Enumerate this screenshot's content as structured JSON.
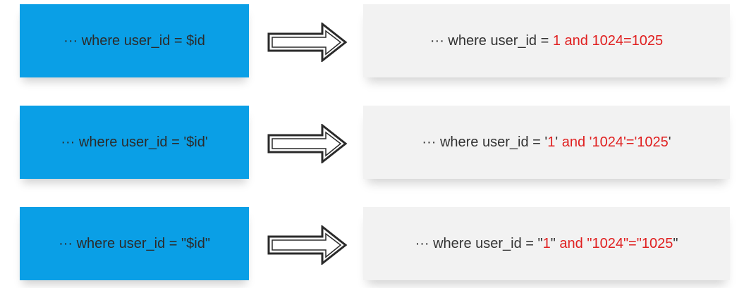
{
  "rows": [
    {
      "left_text": "··· where user_id = $id",
      "right_prefix": "··· where user_id = ",
      "right_segments": [
        {
          "text": "1 and 1024=1025",
          "color": "#e02020"
        }
      ]
    },
    {
      "left_text": "··· where user_id = '$id'",
      "right_prefix": "··· where user_id = '",
      "right_segments": [
        {
          "text": "1",
          "color": "#e02020"
        },
        {
          "text": "' ",
          "color": "#333333"
        },
        {
          "text": "and '1024'='1025",
          "color": "#e02020"
        },
        {
          "text": "'",
          "color": "#333333"
        }
      ]
    },
    {
      "left_text": "··· where user_id = \"$id\"",
      "right_prefix": "··· where user_id = \"",
      "right_segments": [
        {
          "text": "1",
          "color": "#e02020"
        },
        {
          "text": "\" ",
          "color": "#333333"
        },
        {
          "text": "and \"1024\"=\"1025",
          "color": "#e02020"
        },
        {
          "text": "\"",
          "color": "#333333"
        }
      ]
    }
  ],
  "colors": {
    "left_box": "#0a9fe6",
    "right_box": "#f2f2f2",
    "highlight": "#e02020",
    "text": "#333333"
  },
  "icons": {
    "arrow": "right-arrow-icon"
  }
}
